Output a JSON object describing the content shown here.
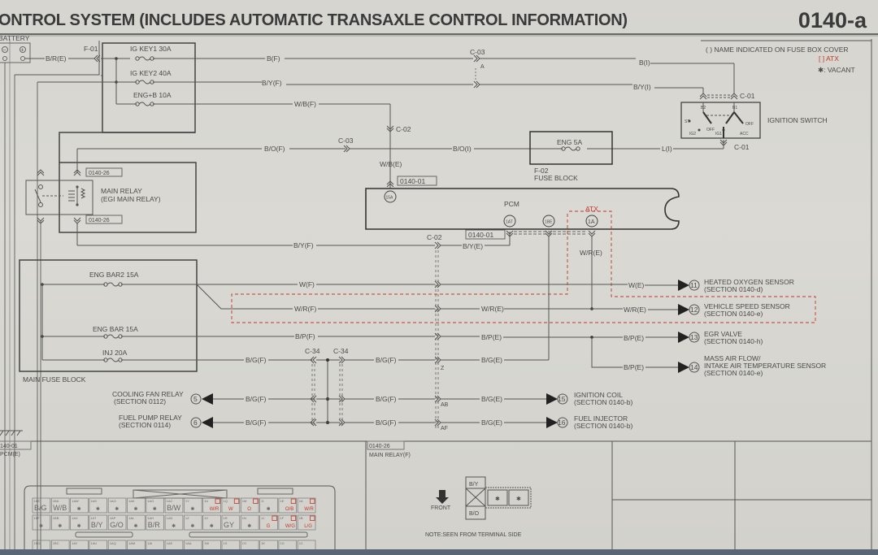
{
  "header": {
    "title": "ONTROL SYSTEM (INCLUDES AUTOMATIC TRANSAXLE CONTROL INFORMATION)",
    "page_number": "0140-a"
  },
  "legend": {
    "name_note": "( ) NAME INDICATED ON FUSE BOX COVER",
    "atx_note": "[ ] ATX",
    "vacant_note": "✱: VACANT"
  },
  "components": {
    "battery": "BATTERY",
    "f01": "F-01",
    "fuse_igkey1": "IG KEY1 30A",
    "fuse_igkey2": "IG KEY2 40A",
    "fuse_engb": "ENG+B 10A",
    "main_relay_line1": "MAIN RELAY",
    "main_relay_line2": "(EGI MAIN RELAY)",
    "ref_0140_26_a": "0140-26",
    "ref_0140_26_b": "0140-26",
    "fuse_engbar2": "ENG BAR2 15A",
    "fuse_engbar": "ENG BAR 15A",
    "fuse_inj": "INJ 20A",
    "main_fuse_block": "MAIN FUSE BLOCK",
    "pcm": "PCM",
    "ref_0140_01_a": "0140-01",
    "ref_0140_01_b": "0140-01",
    "fuse_eng5a": "ENG 5A",
    "f02": "F-02",
    "fuse_block": "FUSE BLOCK",
    "ignition_switch": "IGNITION SWITCH",
    "c01_top": "C-01",
    "c01_bottom": "C-01",
    "c03_top": "C-03",
    "c03_mid": "C-03",
    "c02_top": "C-02",
    "c02_mid": "C-02",
    "c34_left": "C-34",
    "c34_right": "C-34",
    "atx": "ATX",
    "pin_15a": "15A",
    "pin_1at": "1AT",
    "pin_1be": "1BE",
    "pin_1a": "1A",
    "sw_b1": "B1",
    "sw_b2": "B2",
    "sw_st": "ST",
    "sw_ig1": "IG1",
    "sw_ig2": "IG2",
    "sw_acc": "ACC",
    "sw_off1": "OFF",
    "sw_off2": "OFF",
    "conn_a": "A",
    "conn_z": "Z",
    "conn_ab": "AB",
    "conn_af": "AF"
  },
  "wires": {
    "br_e": "B/R(E)",
    "b_f": "B(F)",
    "by_f_top": "B/Y(F)",
    "wb_f": "W/B(F)",
    "bo_f": "B/O(F)",
    "bo_i": "B/O(I)",
    "l_i": "L(I)",
    "b_i": "B(I)",
    "by_i": "B/Y(I)",
    "wb_e": "W/B(E)",
    "by_f_mid": "B/Y(F)",
    "by_e": "B/Y(E)",
    "wr_e_v": "W/R(E)",
    "w_f": "W(F)",
    "wr_f": "W/R(F)",
    "wr_e": "W/R(E)",
    "w_e": "W(E)",
    "wr_e2": "W/R(E)",
    "bp_f": "B/P(F)",
    "bp_e": "B/P(E)",
    "bp_e2": "B/P(E)",
    "bp_e3": "B/P(E)",
    "bg_f1": "B/G(F)",
    "bg_f2": "B/G(F)",
    "bg_e1": "B/G(E)",
    "bg_f3": "B/G(F)",
    "bg_f4": "B/G(F)",
    "bg_e2": "B/G(E)",
    "bg_f5": "B/G(F)",
    "bg_f6": "B/G(F)",
    "bg_e3": "B/G(E)"
  },
  "outputs": [
    {
      "num": "11",
      "name": "HEATED OXYGEN SENSOR",
      "section": "(SECTION 0140-d)"
    },
    {
      "num": "12",
      "name": "VEHICLE SPEED SENSOR",
      "section": "(SECTION 0140-e)"
    },
    {
      "num": "13",
      "name": "EGR VALVE",
      "section": "(SECTION 0140-h)"
    },
    {
      "num": "14",
      "name": "MASS AIR FLOW/",
      "name2": "INTAKE AIR TEMPERATURE SENSOR",
      "section": "(SECTION 0140-e)"
    },
    {
      "num": "15",
      "name": "IGNITION COIL",
      "section": "(SECTION 0140-b)"
    },
    {
      "num": "16",
      "name": "FUEL INJECTOR",
      "section": "(SECTION 0140-b)"
    }
  ],
  "inputs": [
    {
      "num": "5",
      "name": "COOLING FAN RELAY",
      "section": "(SECTION 0112)"
    },
    {
      "num": "6",
      "name": "FUEL PUMP RELAY",
      "section": "(SECTION 0114)"
    }
  ],
  "connector_views": {
    "pcm_ref": "140-01",
    "pcm_name": "PCM(E)",
    "relay_ref": "0140-26",
    "relay_name": "MAIN RELAY(F)",
    "relay_pin_top": "B/Y",
    "relay_pin_bottom": "B/O",
    "relay_vacant": "✱",
    "front": "FRONT",
    "note": "NOTE:SEEN FROM TERMINAL SIDE",
    "pcm_row1": [
      {
        "pin": "1BE",
        "wire": "B/G"
      },
      {
        "pin": "1BA",
        "wire": "W/B"
      },
      {
        "pin": "1AW",
        "wire": "✱"
      },
      {
        "pin": "1AS",
        "wire": "✱"
      },
      {
        "pin": "1AO",
        "wire": "✱"
      },
      {
        "pin": "1AK",
        "wire": "✱"
      },
      {
        "pin": "1AG",
        "wire": "✱"
      },
      {
        "pin": "1AC",
        "wire": "B/W"
      },
      {
        "pin": "1Y",
        "wire": "✱"
      },
      {
        "pin": "1U",
        "wire": "W/R"
      },
      {
        "pin": "1Q",
        "wire": "W"
      },
      {
        "pin": "1M",
        "wire": "O"
      },
      {
        "pin": "1I",
        "wire": "✱"
      },
      {
        "pin": "1E",
        "wire": "O/B"
      },
      {
        "pin": "1A",
        "wire": "W/R"
      }
    ],
    "pcm_row2": [
      {
        "pin": "1BF",
        "wire": "✱"
      },
      {
        "pin": "1BB",
        "wire": "✱"
      },
      {
        "pin": "1AX",
        "wire": "✱"
      },
      {
        "pin": "1AT",
        "wire": "B/Y"
      },
      {
        "pin": "1AP",
        "wire": "G/O"
      },
      {
        "pin": "1AL",
        "wire": "✱"
      },
      {
        "pin": "1AH",
        "wire": "B/R"
      },
      {
        "pin": "1AD",
        "wire": "✱"
      },
      {
        "pin": "1Z",
        "wire": "✱"
      },
      {
        "pin": "1V",
        "wire": "✱"
      },
      {
        "pin": "1R",
        "wire": "GY"
      },
      {
        "pin": "1N",
        "wire": "✱"
      },
      {
        "pin": "1J",
        "wire": "G"
      },
      {
        "pin": "1F",
        "wire": "W/G"
      },
      {
        "pin": "1B",
        "wire": "L/G"
      }
    ],
    "pcm_row3": [
      {
        "pin": "1BG",
        "wire": ""
      },
      {
        "pin": "1BC",
        "wire": ""
      },
      {
        "pin": "1AY",
        "wire": ""
      },
      {
        "pin": "1AU",
        "wire": ""
      },
      {
        "pin": "1AQ",
        "wire": ""
      },
      {
        "pin": "1AM",
        "wire": ""
      },
      {
        "pin": "1AI",
        "wire": ""
      },
      {
        "pin": "1AE",
        "wire": ""
      },
      {
        "pin": "1AA",
        "wire": ""
      },
      {
        "pin": "1W",
        "wire": ""
      },
      {
        "pin": "1S",
        "wire": ""
      },
      {
        "pin": "1O",
        "wire": ""
      },
      {
        "pin": "1K",
        "wire": ""
      },
      {
        "pin": "1G",
        "wire": ""
      },
      {
        "pin": "1C",
        "wire": ""
      }
    ]
  }
}
